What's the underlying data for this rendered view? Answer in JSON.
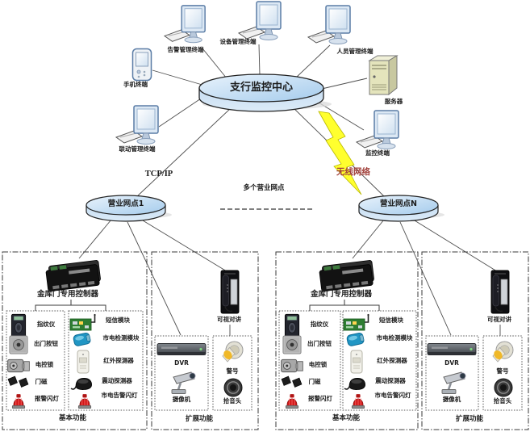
{
  "hub": {
    "label": "支行监控中心"
  },
  "terminals": {
    "alarm": "告警管理终端",
    "device": "设备管理终端",
    "personnel": "人员管理终端",
    "mobile": "手机终端",
    "server": "服务器",
    "linkage": "联动管理终端",
    "monitor": "监控终端"
  },
  "links": {
    "tcpip": "TCP/IP",
    "wireless": "无线网络",
    "note": "多个营业网点"
  },
  "outlets": {
    "first": "营业网点1",
    "nth": "营业网点N"
  },
  "branch": {
    "controller": "金库门专用控制器",
    "basic": {
      "title": "基本功能",
      "left": [
        "指纹仪",
        "出门按钮",
        "电控锁",
        "门磁",
        "报警闪灯"
      ],
      "right": [
        "短信模块",
        "市电检测模块",
        "红外探测器",
        "震动探测器",
        "市电告警闪灯"
      ]
    },
    "extend": {
      "title": "扩展功能",
      "intercom": "可视对讲",
      "dvr": "DVR",
      "camera": "摄像机",
      "siren": "警号",
      "pickup": "拾音头"
    }
  },
  "colors": {
    "node_fill": "#a9cdec",
    "lightning": "#ffff2e",
    "wireless_text": "#a1403a",
    "line": "#4d4d4d"
  }
}
